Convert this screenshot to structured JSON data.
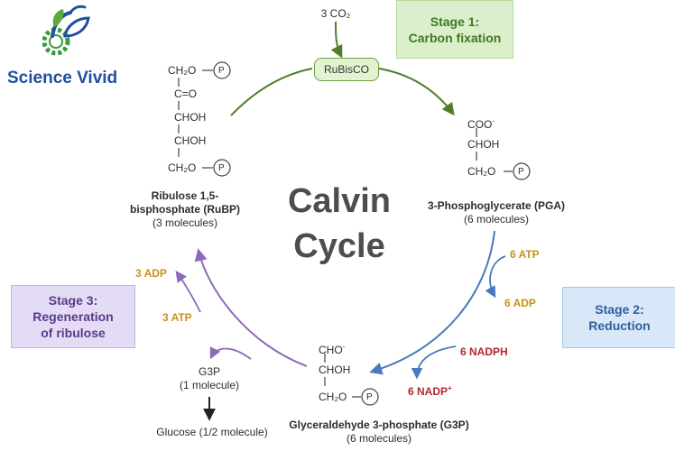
{
  "logo": {
    "text": "Science Vivid"
  },
  "title": {
    "line1": "Calvin",
    "line2": "Cycle"
  },
  "stage1": {
    "line1": "Stage 1:",
    "line2": "Carbon fixation"
  },
  "stage2": {
    "line1": "Stage 2:",
    "line2": "Reduction"
  },
  "stage3": {
    "line1": "Stage 3:",
    "line2": "Regeneration",
    "line3": "of ribulose"
  },
  "enzyme": "RuBisCO",
  "co2": "3 CO₂",
  "rubp": {
    "name_line1": "Ribulose 1,5-",
    "name_line2": "bisphosphate (RuBP)",
    "count": "(3 molecules)",
    "structure": [
      "CH₂O",
      "C=O",
      "CHOH",
      "CHOH",
      "CH₂O"
    ],
    "phosphate": "P"
  },
  "pga": {
    "name": "3-Phosphoglycerate (PGA)",
    "count": "(6 molecules)",
    "structure": [
      "COO",
      "CHOH",
      "CH₂O"
    ],
    "charge": "-",
    "phosphate": "P"
  },
  "g3p": {
    "name": "Glyceraldehyde 3-phosphate (G3P)",
    "count": "(6 molecules)",
    "structure": [
      "CHO",
      "CHOH",
      "CH₂O"
    ],
    "charge": "-",
    "phosphate": "P"
  },
  "reduction": {
    "atp_in": "6 ATP",
    "adp_out": "6 ADP",
    "nadph_in": "6 NADPH",
    "nadp_out": "6 NADP",
    "nadp_charge": "+"
  },
  "regeneration": {
    "atp_in": "3 ATP",
    "adp_out": "3 ADP"
  },
  "output": {
    "g3p": "G3P",
    "g3p_count": "(1 molecule)",
    "glucose": "Glucose (1/2 molecule)"
  },
  "colors": {
    "green": "#4d7f2b",
    "blue": "#4a78bd",
    "purple": "#8d69bb",
    "gold": "#c8921a",
    "red": "#b3262d",
    "logo_blue": "#1f4fa0"
  },
  "icons": {
    "logo": "leaf-gear-logo-icon",
    "phosphate": "phosphate-circle-icon"
  }
}
